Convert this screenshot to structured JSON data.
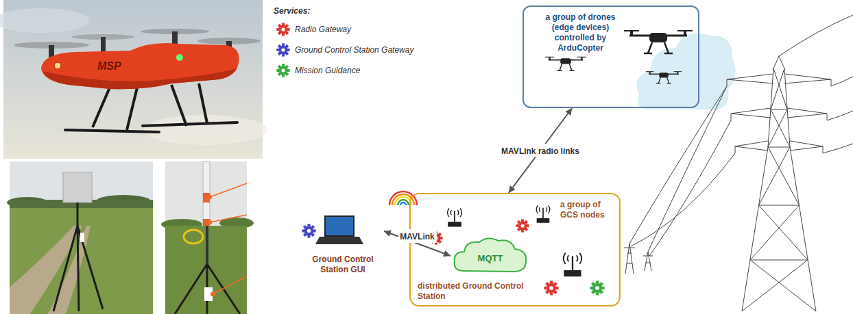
{
  "diagram": {
    "nodes": [
      {
        "text": [
          "a group of drones (edge devices) controlled by ArduCopter"
        ]
      },
      {
        "text": [
          "a group of GCS nodes",
          "distributed Ground Control Station"
        ]
      },
      {
        "text": [
          "MQTT"
        ],
        "in": 1
      },
      {
        "text": [
          "Ground Control Station GUI"
        ]
      }
    ],
    "edges": [
      {
        "from": 0,
        "to": 1,
        "arrow": "both",
        "label": "MAVLink radio links"
      },
      {
        "from": 3,
        "to": 2,
        "arrow": "both",
        "label": "MAVLink"
      }
    ],
    "labels": [
      "Services:",
      "MSP"
    ],
    "legend": [
      {
        "text": "Radio Gateway",
        "color": "#e03a2f"
      },
      {
        "text": "Ground Control Station Gateway",
        "color": "#4646c8"
      },
      {
        "text": "Mission Guidance",
        "color": "#3aab3f"
      }
    ]
  }
}
